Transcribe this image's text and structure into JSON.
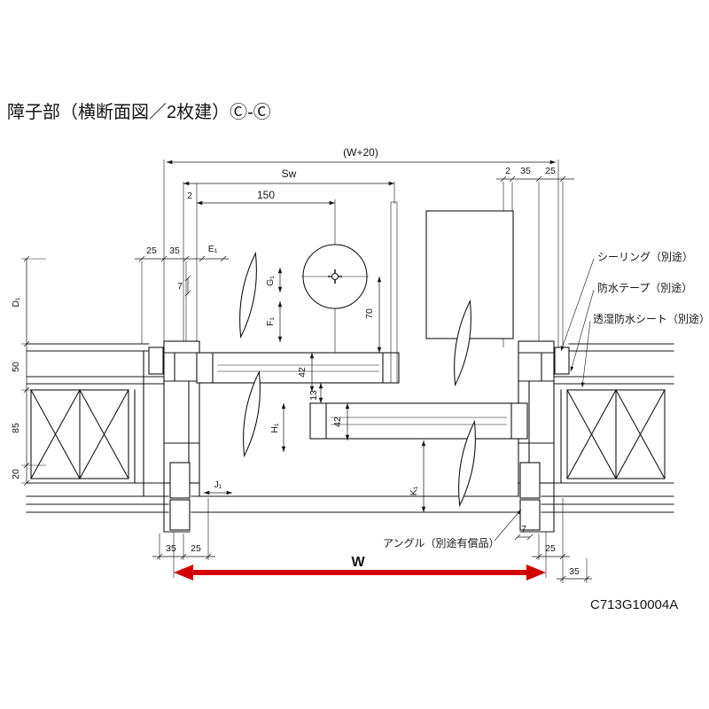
{
  "title": "障子部（横断面図／2枚建）Ⓒ-Ⓒ",
  "drawing_code": "C713G10004A",
  "colors": {
    "line": "#151515",
    "arrow_red": "#d40000"
  },
  "dims": {
    "overall_top": "(W+20)",
    "sw": "Sw",
    "n150": "150",
    "n2_left": "2",
    "n2_right": "2",
    "n35_top_right": "35",
    "n25_top_right": "25",
    "n25_upper_left": "25",
    "n35_upper_left": "35",
    "e1": "E₁",
    "n7_left": "7",
    "g1": "G₁",
    "f1": "F₁",
    "n70": "70",
    "d1": "D₁",
    "n50": "50",
    "n85": "85",
    "n20": "20",
    "n42_upper": "42",
    "n13": "13",
    "n42_lower": "42",
    "h1": "H₁",
    "j1": "J₁",
    "k1": "K₁",
    "n35_bottom_left": "35",
    "n25_bottom_left": "25",
    "n7_bottom_right": "7",
    "n25_bottom_right": "25",
    "n35_bottom_right": "35",
    "w": "W"
  },
  "annotations": {
    "sealing": "シーリング（別途）",
    "waterproof_tape": "防水テープ（別途）",
    "breathable_sheet": "透湿防水シート（別途）",
    "angle": "アングル（別途有償品）"
  }
}
